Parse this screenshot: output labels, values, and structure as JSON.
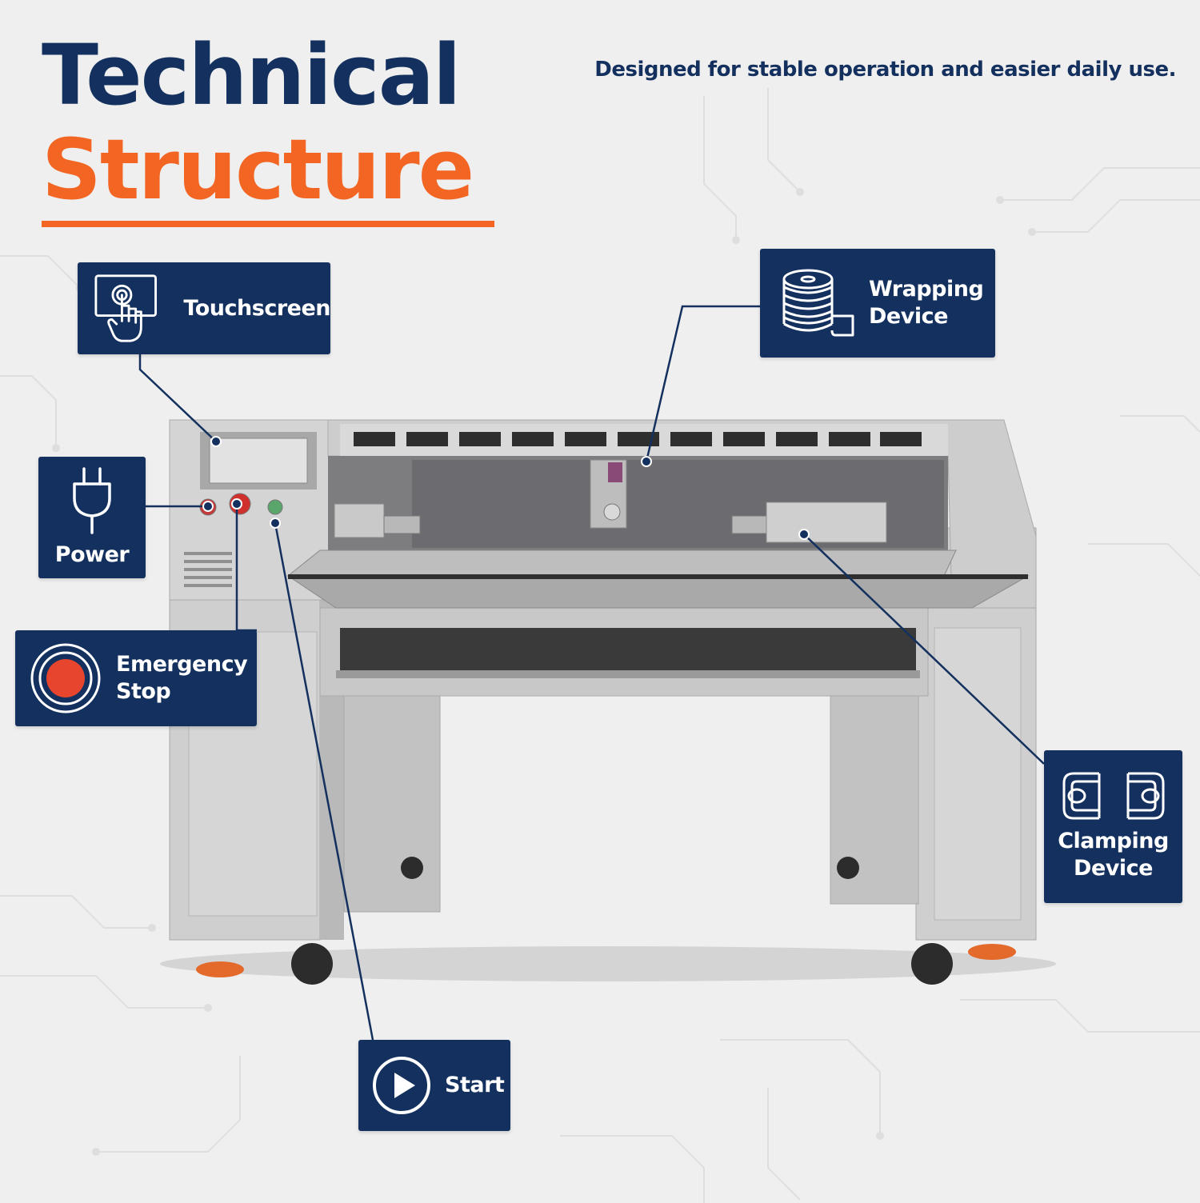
{
  "title": {
    "line1": "Technical",
    "line2": "Structure"
  },
  "subtitle": "Designed for stable operation and easier daily use.",
  "colors": {
    "navy": "#13305e",
    "orange": "#f26522",
    "background": "#efefef",
    "machine_body": "#c9c9c9"
  },
  "callouts": {
    "touchscreen": {
      "label": "Touchscreen",
      "icon": "touchscreen-tap-icon"
    },
    "wrapping": {
      "label_1": "Wrapping",
      "label_2": "Device",
      "icon": "tape-roll-icon"
    },
    "power": {
      "label": "Power",
      "icon": "power-plug-icon"
    },
    "emergency_stop": {
      "label_1": "Emergency",
      "label_2": "Stop",
      "icon": "emergency-stop-button-icon"
    },
    "clamping": {
      "label_1": "Clamping",
      "label_2": "Device",
      "icon": "clamp-jaws-icon"
    },
    "start": {
      "label": "Start",
      "icon": "play-icon"
    }
  }
}
